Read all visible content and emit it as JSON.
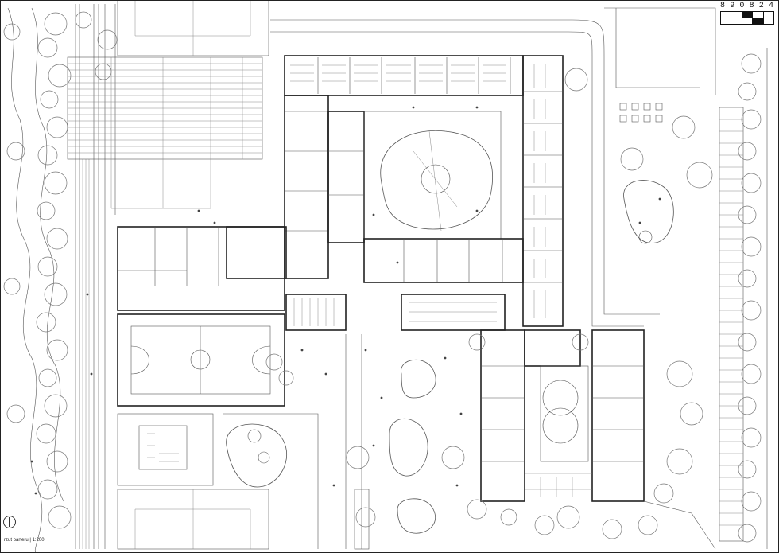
{
  "sheet": {
    "title": "rzut parteru",
    "separator": "|",
    "scale": "1:200"
  },
  "scale_bar": {
    "labels": [
      "8",
      "9",
      "0",
      "8",
      "2",
      "4"
    ]
  },
  "colors": {
    "line": "#222222",
    "background": "#ffffff"
  },
  "icons": [
    "north-arrow-icon",
    "scale-bar-icon"
  ]
}
